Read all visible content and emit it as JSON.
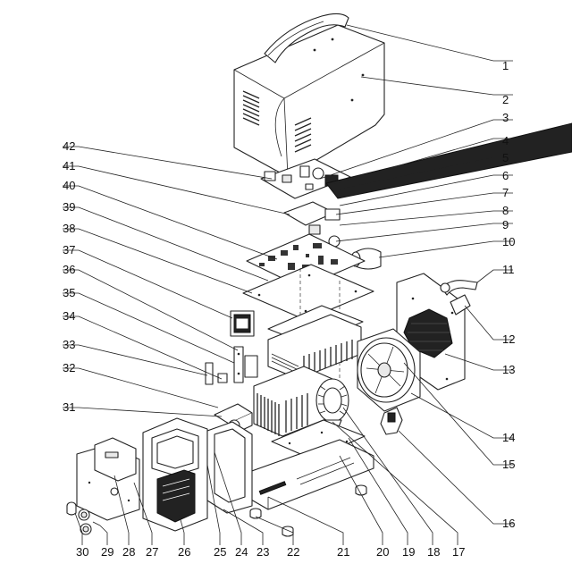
{
  "figure": {
    "type": "exploded-parts-diagram",
    "callouts": [
      "1",
      "2",
      "3",
      "4",
      "5",
      "6",
      "7",
      "8",
      "9",
      "10",
      "11",
      "12",
      "13",
      "14",
      "15",
      "16",
      "17",
      "18",
      "19",
      "20",
      "21",
      "22",
      "23",
      "24",
      "25",
      "26",
      "27",
      "28",
      "29",
      "30",
      "31",
      "32",
      "33",
      "34",
      "35",
      "36",
      "37",
      "38",
      "39",
      "40",
      "41",
      "42"
    ]
  }
}
